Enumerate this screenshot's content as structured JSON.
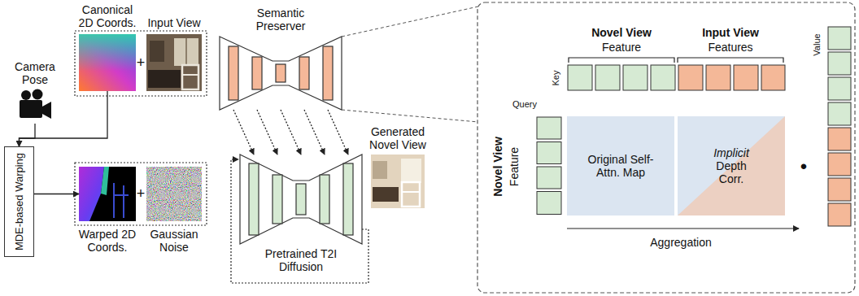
{
  "diagram": {
    "nodes": [
      {
        "text": [
          "Canonical 2D Coords."
        ]
      },
      {
        "text": [
          "Input View"
        ]
      },
      {
        "text": [
          "Semantic Preserver"
        ]
      },
      {
        "text": [
          "Camera Pose"
        ]
      },
      {
        "text": [
          "MDE-based Warping"
        ]
      },
      {
        "text": [
          "Warped 2D Coords."
        ]
      },
      {
        "text": [
          "Gaussian Noise"
        ]
      },
      {
        "text": [
          "Pretrained T2I Diffusion"
        ]
      },
      {
        "text": [
          "Generated Novel View"
        ]
      },
      {
        "text": [
          "Original Self-Attn. Map"
        ]
      },
      {
        "text": [
          "Implicit",
          "Depth Corr."
        ]
      }
    ],
    "edges": [
      {
        "from": 3,
        "to": 4,
        "arrow": "to"
      },
      {
        "from": 0,
        "to": 4,
        "arrow": "to"
      },
      {
        "from": 4,
        "to": 5,
        "arrow": "to"
      },
      {
        "from": 2,
        "to": 7,
        "arrow": "to"
      },
      {
        "from": 2,
        "to": 7,
        "arrow": "to"
      },
      {
        "from": 2,
        "to": 7,
        "arrow": "to"
      },
      {
        "from": 2,
        "to": 7,
        "arrow": "to"
      },
      {
        "from": 2,
        "to": 7,
        "arrow": "to"
      }
    ],
    "labels": [
      "+",
      "+",
      "Novel View",
      "Feature",
      "Input View",
      "Features",
      "Key",
      "Query",
      "Value",
      "Novel View",
      "Feature",
      "Aggregation",
      "•"
    ]
  }
}
